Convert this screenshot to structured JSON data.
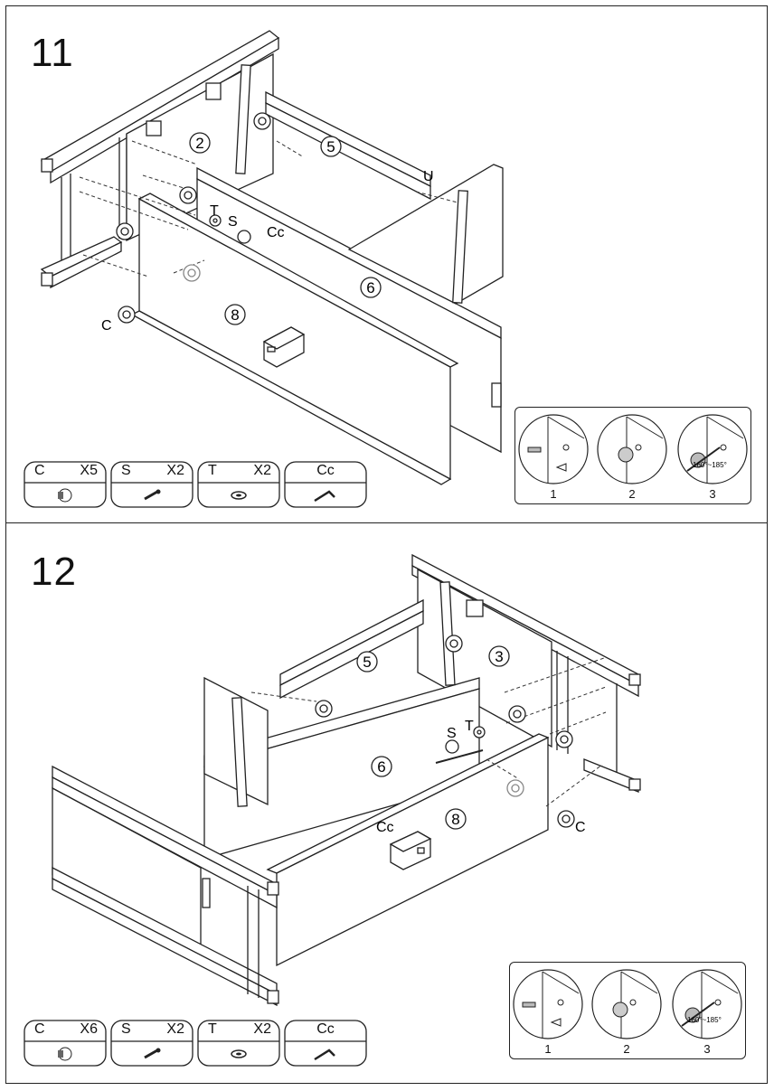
{
  "steps": [
    {
      "number": "11",
      "callouts": [
        "2",
        "5",
        "6",
        "8"
      ],
      "letters": {
        "u": "U",
        "t": "T",
        "s": "S",
        "cc": "Cc",
        "c": "C"
      },
      "parts": [
        {
          "code": "C",
          "qty": "X5",
          "icon": "cam-lock-icon"
        },
        {
          "code": "S",
          "qty": "X2",
          "icon": "screw-icon"
        },
        {
          "code": "T",
          "qty": "X2",
          "icon": "washer-icon"
        },
        {
          "code": "Cc",
          "qty": "",
          "icon": "allen-key-icon"
        }
      ],
      "detail": {
        "steps": [
          "1",
          "2",
          "3"
        ],
        "angle": "160°~185°"
      }
    },
    {
      "number": "12",
      "callouts": [
        "3",
        "5",
        "6",
        "8"
      ],
      "letters": {
        "s": "S",
        "t": "T",
        "cc": "Cc",
        "c": "C"
      },
      "parts": [
        {
          "code": "C",
          "qty": "X6",
          "icon": "cam-lock-icon"
        },
        {
          "code": "S",
          "qty": "X2",
          "icon": "screw-icon"
        },
        {
          "code": "T",
          "qty": "X2",
          "icon": "washer-icon"
        },
        {
          "code": "Cc",
          "qty": "",
          "icon": "allen-key-icon"
        }
      ],
      "detail": {
        "steps": [
          "1",
          "2",
          "3"
        ],
        "angle": "160°~185°"
      }
    }
  ]
}
